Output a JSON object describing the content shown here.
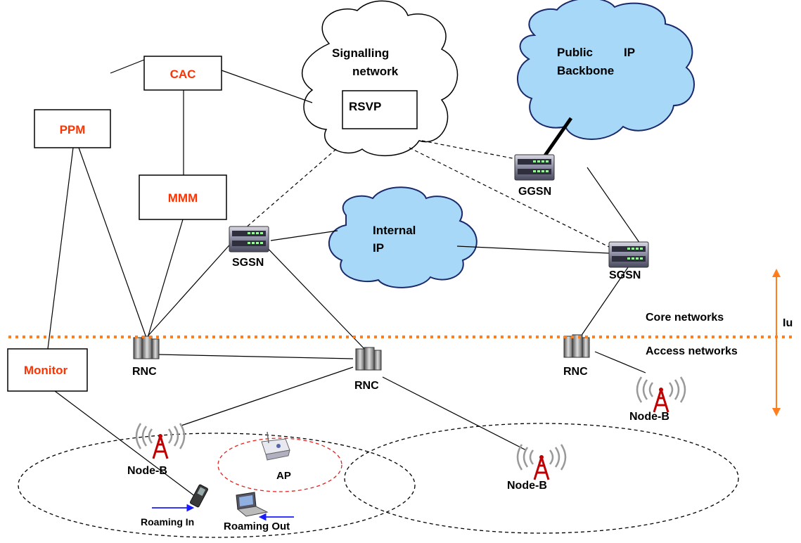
{
  "colors": {
    "mgmt_text": "#ff3300",
    "divider": "#ff7f1e",
    "cloud_fill": "#a8d8f8",
    "cloud_edge": "#1a2a6a",
    "roaming_arrow": "#1a1aff",
    "hotspot_ring": "#e82020"
  },
  "mgmt": {
    "cac": "CAC",
    "ppm": "PPM",
    "mmm": "MMM",
    "monitor": "Monitor"
  },
  "clouds": {
    "signalling_line1": "Signalling",
    "signalling_line2": "network",
    "rsvp": "RSVP",
    "public_line1a": "Public",
    "public_line1b": "IP",
    "public_line2": "Backbone",
    "internal_line1": "Internal",
    "internal_line2": "IP"
  },
  "nodes": {
    "ggsn": "GGSN",
    "sgsn_left": "SGSN",
    "sgsn_right": "SGSN",
    "rnc_left": "RNC",
    "rnc_mid": "RNC",
    "rnc_right": "RNC",
    "nodeb_left": "Node-B",
    "nodeb_mid": "Node-B",
    "nodeb_right": "Node-B",
    "ap": "AP"
  },
  "zones": {
    "core": "Core networks",
    "access": "Access networks",
    "iu": "Iu"
  },
  "roaming": {
    "in": "Roaming In",
    "out": "Roaming Out"
  },
  "icons": {
    "router": "router-icon",
    "rnc": "rnc-server-icon",
    "tower": "antenna-tower-icon",
    "phone": "mobile-phone-icon",
    "laptop": "laptop-icon",
    "ap": "wireless-ap-icon"
  }
}
